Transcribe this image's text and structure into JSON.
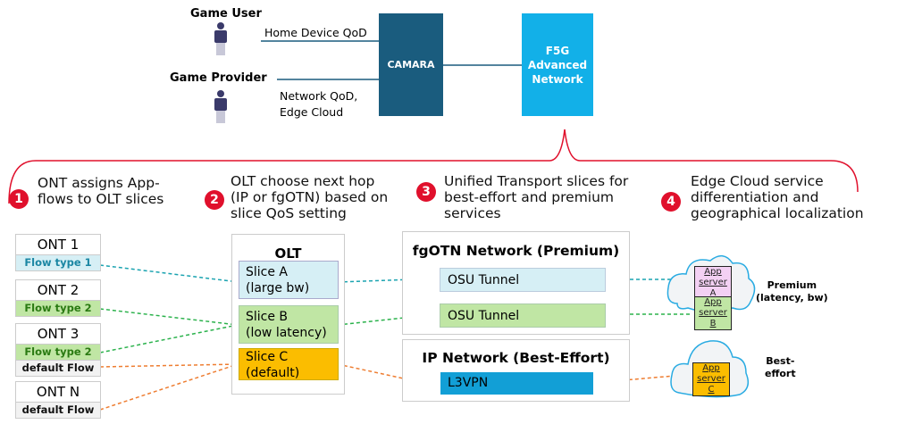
{
  "top": {
    "game_user": "Game User",
    "game_provider": "Game Provider",
    "home_qod": "Home Device QoD",
    "network_qod_1": "Network QoD,",
    "network_qod_2": "Edge Cloud",
    "camara": "CAMARA",
    "f5g_1": "F5G",
    "f5g_2": "Advanced",
    "f5g_3": "Network"
  },
  "steps": [
    {
      "num": "1",
      "lines": [
        "ONT assigns App-",
        "flows to OLT slices"
      ]
    },
    {
      "num": "2",
      "lines": [
        "OLT choose next hop",
        "(IP or fgOTN) based on",
        "slice QoS setting"
      ]
    },
    {
      "num": "3",
      "lines": [
        "Unified Transport slices for",
        "best-effort and premium",
        "services"
      ]
    },
    {
      "num": "4",
      "lines": [
        "Edge Cloud service",
        "differentiation and",
        "geographical localization"
      ]
    }
  ],
  "onts": [
    {
      "name": "ONT 1",
      "flows": [
        "Flow type 1"
      ]
    },
    {
      "name": "ONT 2",
      "flows": [
        "Flow type 2"
      ]
    },
    {
      "name": "ONT 3",
      "flows": [
        "Flow type 2",
        "default Flow"
      ]
    },
    {
      "name": "ONT N",
      "flows": [
        "default Flow"
      ]
    }
  ],
  "olt": {
    "title": "OLT",
    "slices": [
      {
        "l1": "Slice A",
        "l2": "(large bw)"
      },
      {
        "l1": "Slice B",
        "l2": "(low latency)"
      },
      {
        "l1": "Slice C",
        "l2": "(default)"
      }
    ]
  },
  "fgotn": {
    "title": "fgOTN Network (Premium)",
    "tunnels": [
      "OSU Tunnel",
      "OSU Tunnel"
    ]
  },
  "ipnet": {
    "title": "IP Network (Best-Effort)",
    "vpn": "L3VPN"
  },
  "edge": {
    "servers": [
      {
        "l1": "App",
        "l2": "server A"
      },
      {
        "l1": "App",
        "l2": "server B"
      },
      {
        "l1": "App",
        "l2": "server C"
      }
    ],
    "premium_1": "Premium",
    "premium_2": "(latency, bw)",
    "best_1": "Best-",
    "best_2": "effort"
  },
  "colors": {
    "teal": "#1aa3b0",
    "green": "#2bb24c",
    "orange": "#ee7d31",
    "brace": "#e0102c"
  }
}
